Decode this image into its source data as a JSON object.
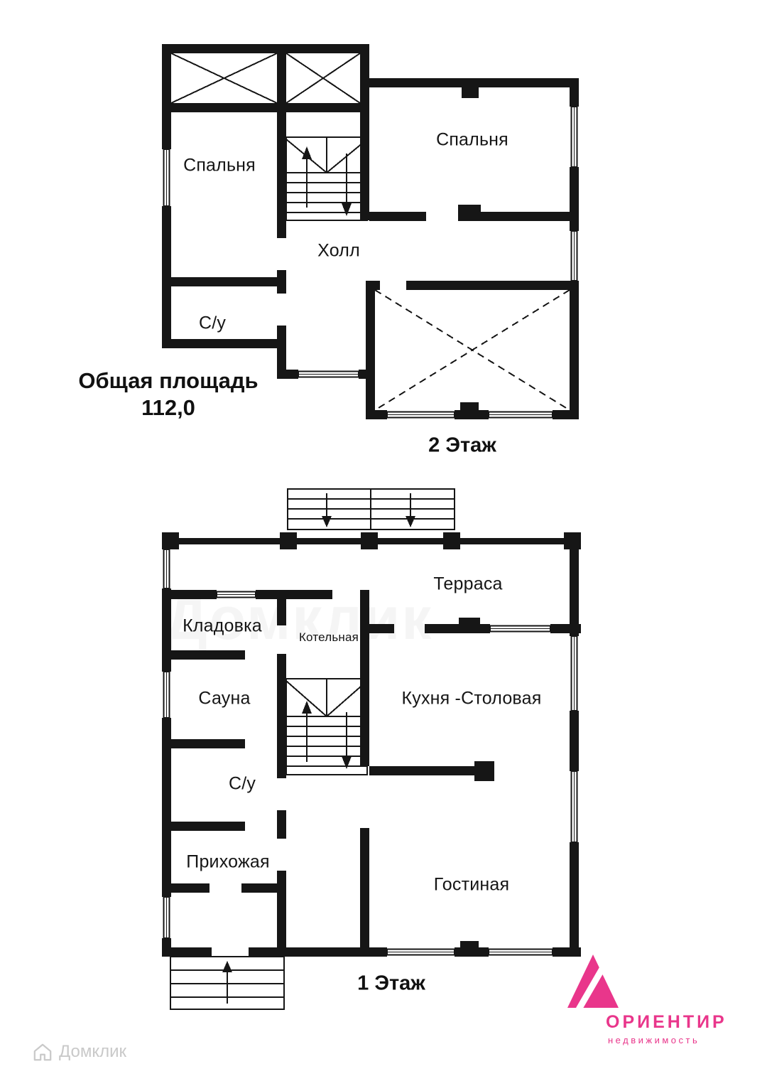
{
  "plan": {
    "total_area_label": "Общая площадь",
    "total_area_value": "112,0",
    "floor2": {
      "title": "2 Этаж",
      "rooms": {
        "bedroom_left": "Спальня",
        "bedroom_right": "Спальня",
        "hall": "Холл",
        "bathroom": "С/у"
      }
    },
    "floor1": {
      "title": "1 Этаж",
      "rooms": {
        "terrace": "Терраса",
        "storage": "Кладовка",
        "boiler": "Котельная",
        "sauna": "Сауна",
        "kitchen_dining": "Кухня -Столовая",
        "bathroom": "С/у",
        "hallway": "Прихожая",
        "living": "Гостиная"
      }
    }
  },
  "branding": {
    "agency_name": "ОРИЕНТИР",
    "agency_tagline": "недвижимость",
    "brand_color": "#e9368b",
    "watermark_text": "Домклик"
  }
}
